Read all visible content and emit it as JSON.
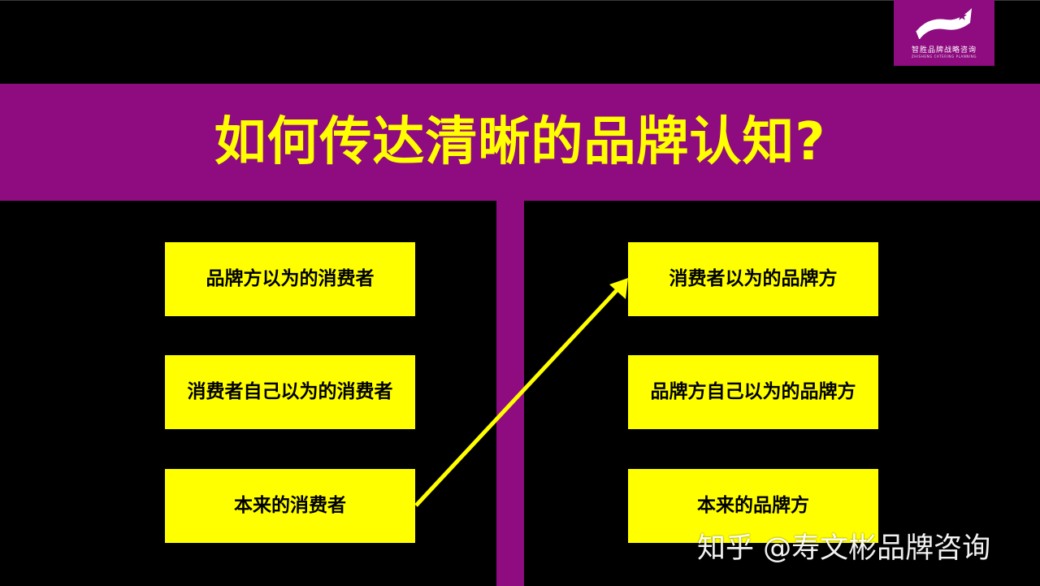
{
  "slide": {
    "title": "如何传达清晰的品牌认知?",
    "logo": {
      "name_cn": "智胜品牌战略咨询",
      "name_en": "ZHISHENG CATERING PLANNING"
    },
    "left_boxes": [
      {
        "label": "品牌方以为的消费者"
      },
      {
        "label": "消费者自己以为的消费者"
      },
      {
        "label": "本来的消费者"
      }
    ],
    "right_boxes": [
      {
        "label": "消费者以为的品牌方"
      },
      {
        "label": "品牌方自己以为的品牌方"
      },
      {
        "label": "本来的品牌方"
      }
    ],
    "watermark": "知乎 @寿文彬品牌咨询"
  },
  "colors": {
    "background": "#000000",
    "brand_purple": "#8e0b80",
    "accent_yellow": "#ffff00"
  }
}
